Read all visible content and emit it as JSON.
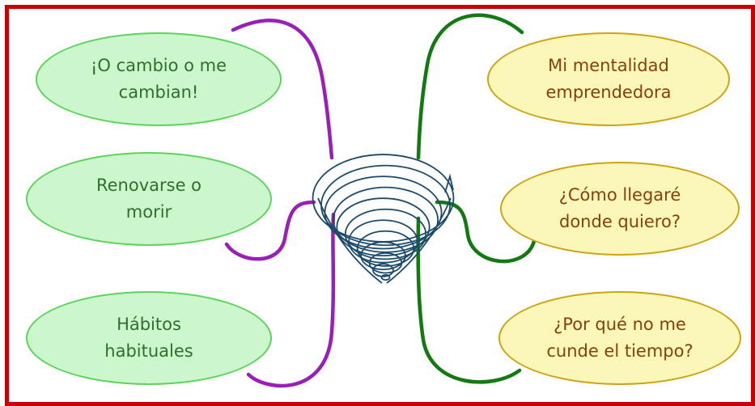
{
  "colors": {
    "frame": "#cc0000",
    "left_fill": "#ccf7cc",
    "left_border": "#5ed35e",
    "left_text": "#2f6e2f",
    "right_fill": "#fbf7b8",
    "right_border": "#cfa413",
    "right_text": "#8a3f0a",
    "left_connector": "#9a1fb8",
    "right_connector": "#117a11",
    "spiral": "#1c4a6b"
  },
  "central_image": {
    "icon": "spiral-funnel-icon"
  },
  "left_nodes": [
    {
      "line1": "¡O cambio o me",
      "line2": "cambian!"
    },
    {
      "line1": "Renovarse o",
      "line2": "morir"
    },
    {
      "line1": "Hábitos",
      "line2": "habituales"
    }
  ],
  "right_nodes": [
    {
      "line1": "Mi mentalidad",
      "line2": "emprendedora"
    },
    {
      "line1": "¿Cómo llegaré",
      "line2": "donde quiero?"
    },
    {
      "line1": "¿Por qué no me",
      "line2": "cunde el tiempo?"
    }
  ]
}
